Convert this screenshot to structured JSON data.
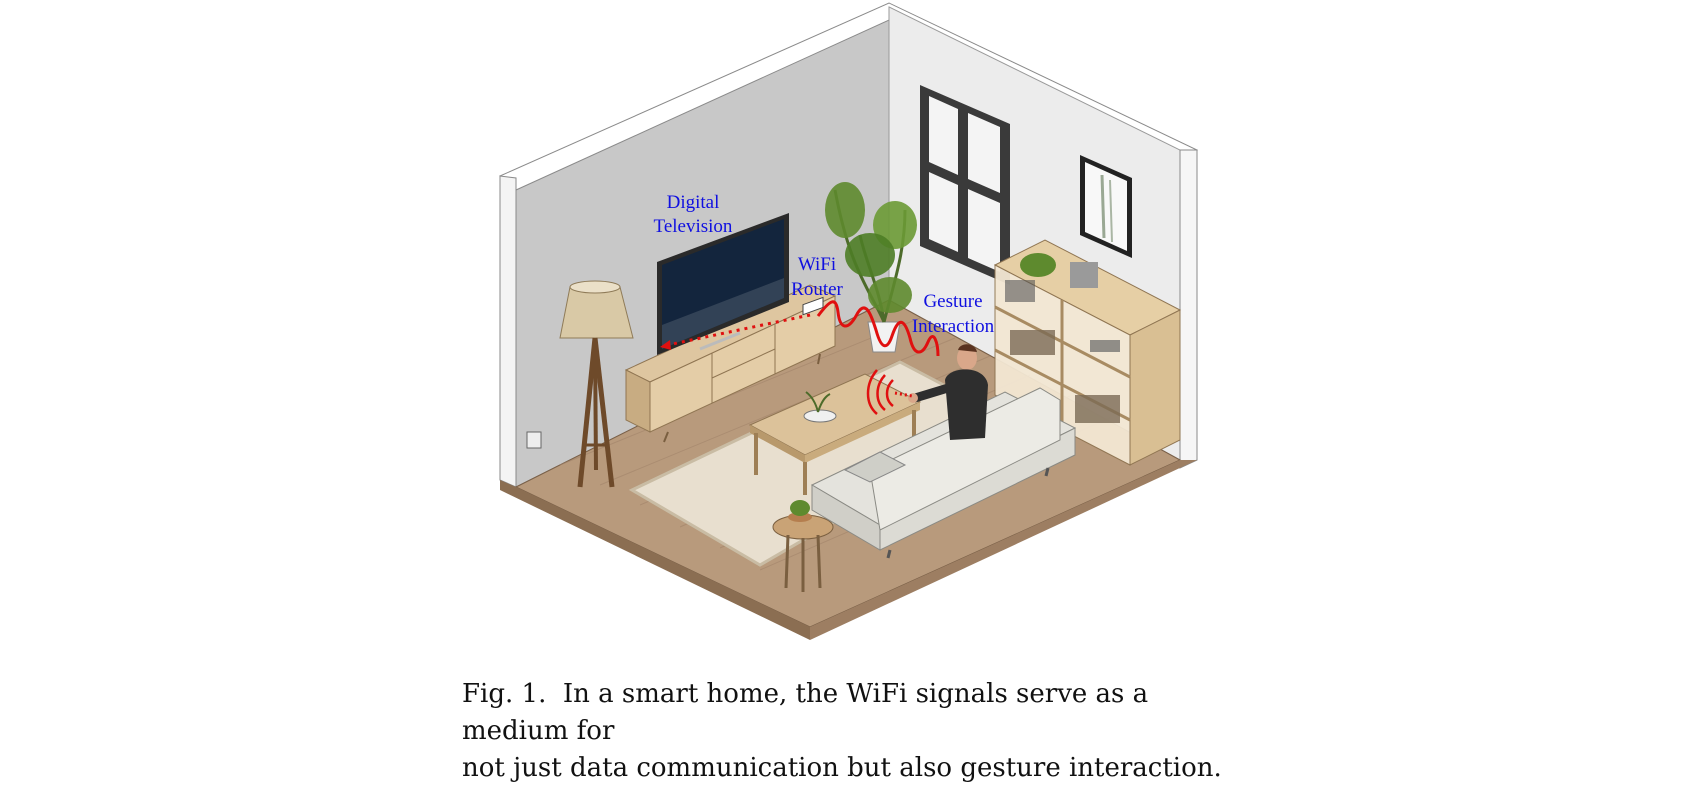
{
  "figure": {
    "labels": {
      "tv_line1": "Digital",
      "tv_line2": "Television",
      "router_line1": "WiFi",
      "router_line2": "Router",
      "gesture_line1": "Gesture",
      "gesture_line2": "Interaction"
    },
    "colors": {
      "label": "#1010e0",
      "signal": "#e01010",
      "wall_left": "#c9c9c9",
      "wall_right": "#ececec",
      "floor": "#b89a7c"
    }
  },
  "caption": {
    "fig_label": "Fig. 1.",
    "line1": "In a smart home, the WiFi signals serve as a medium for",
    "line2": "not just data communication but also gesture interaction."
  }
}
